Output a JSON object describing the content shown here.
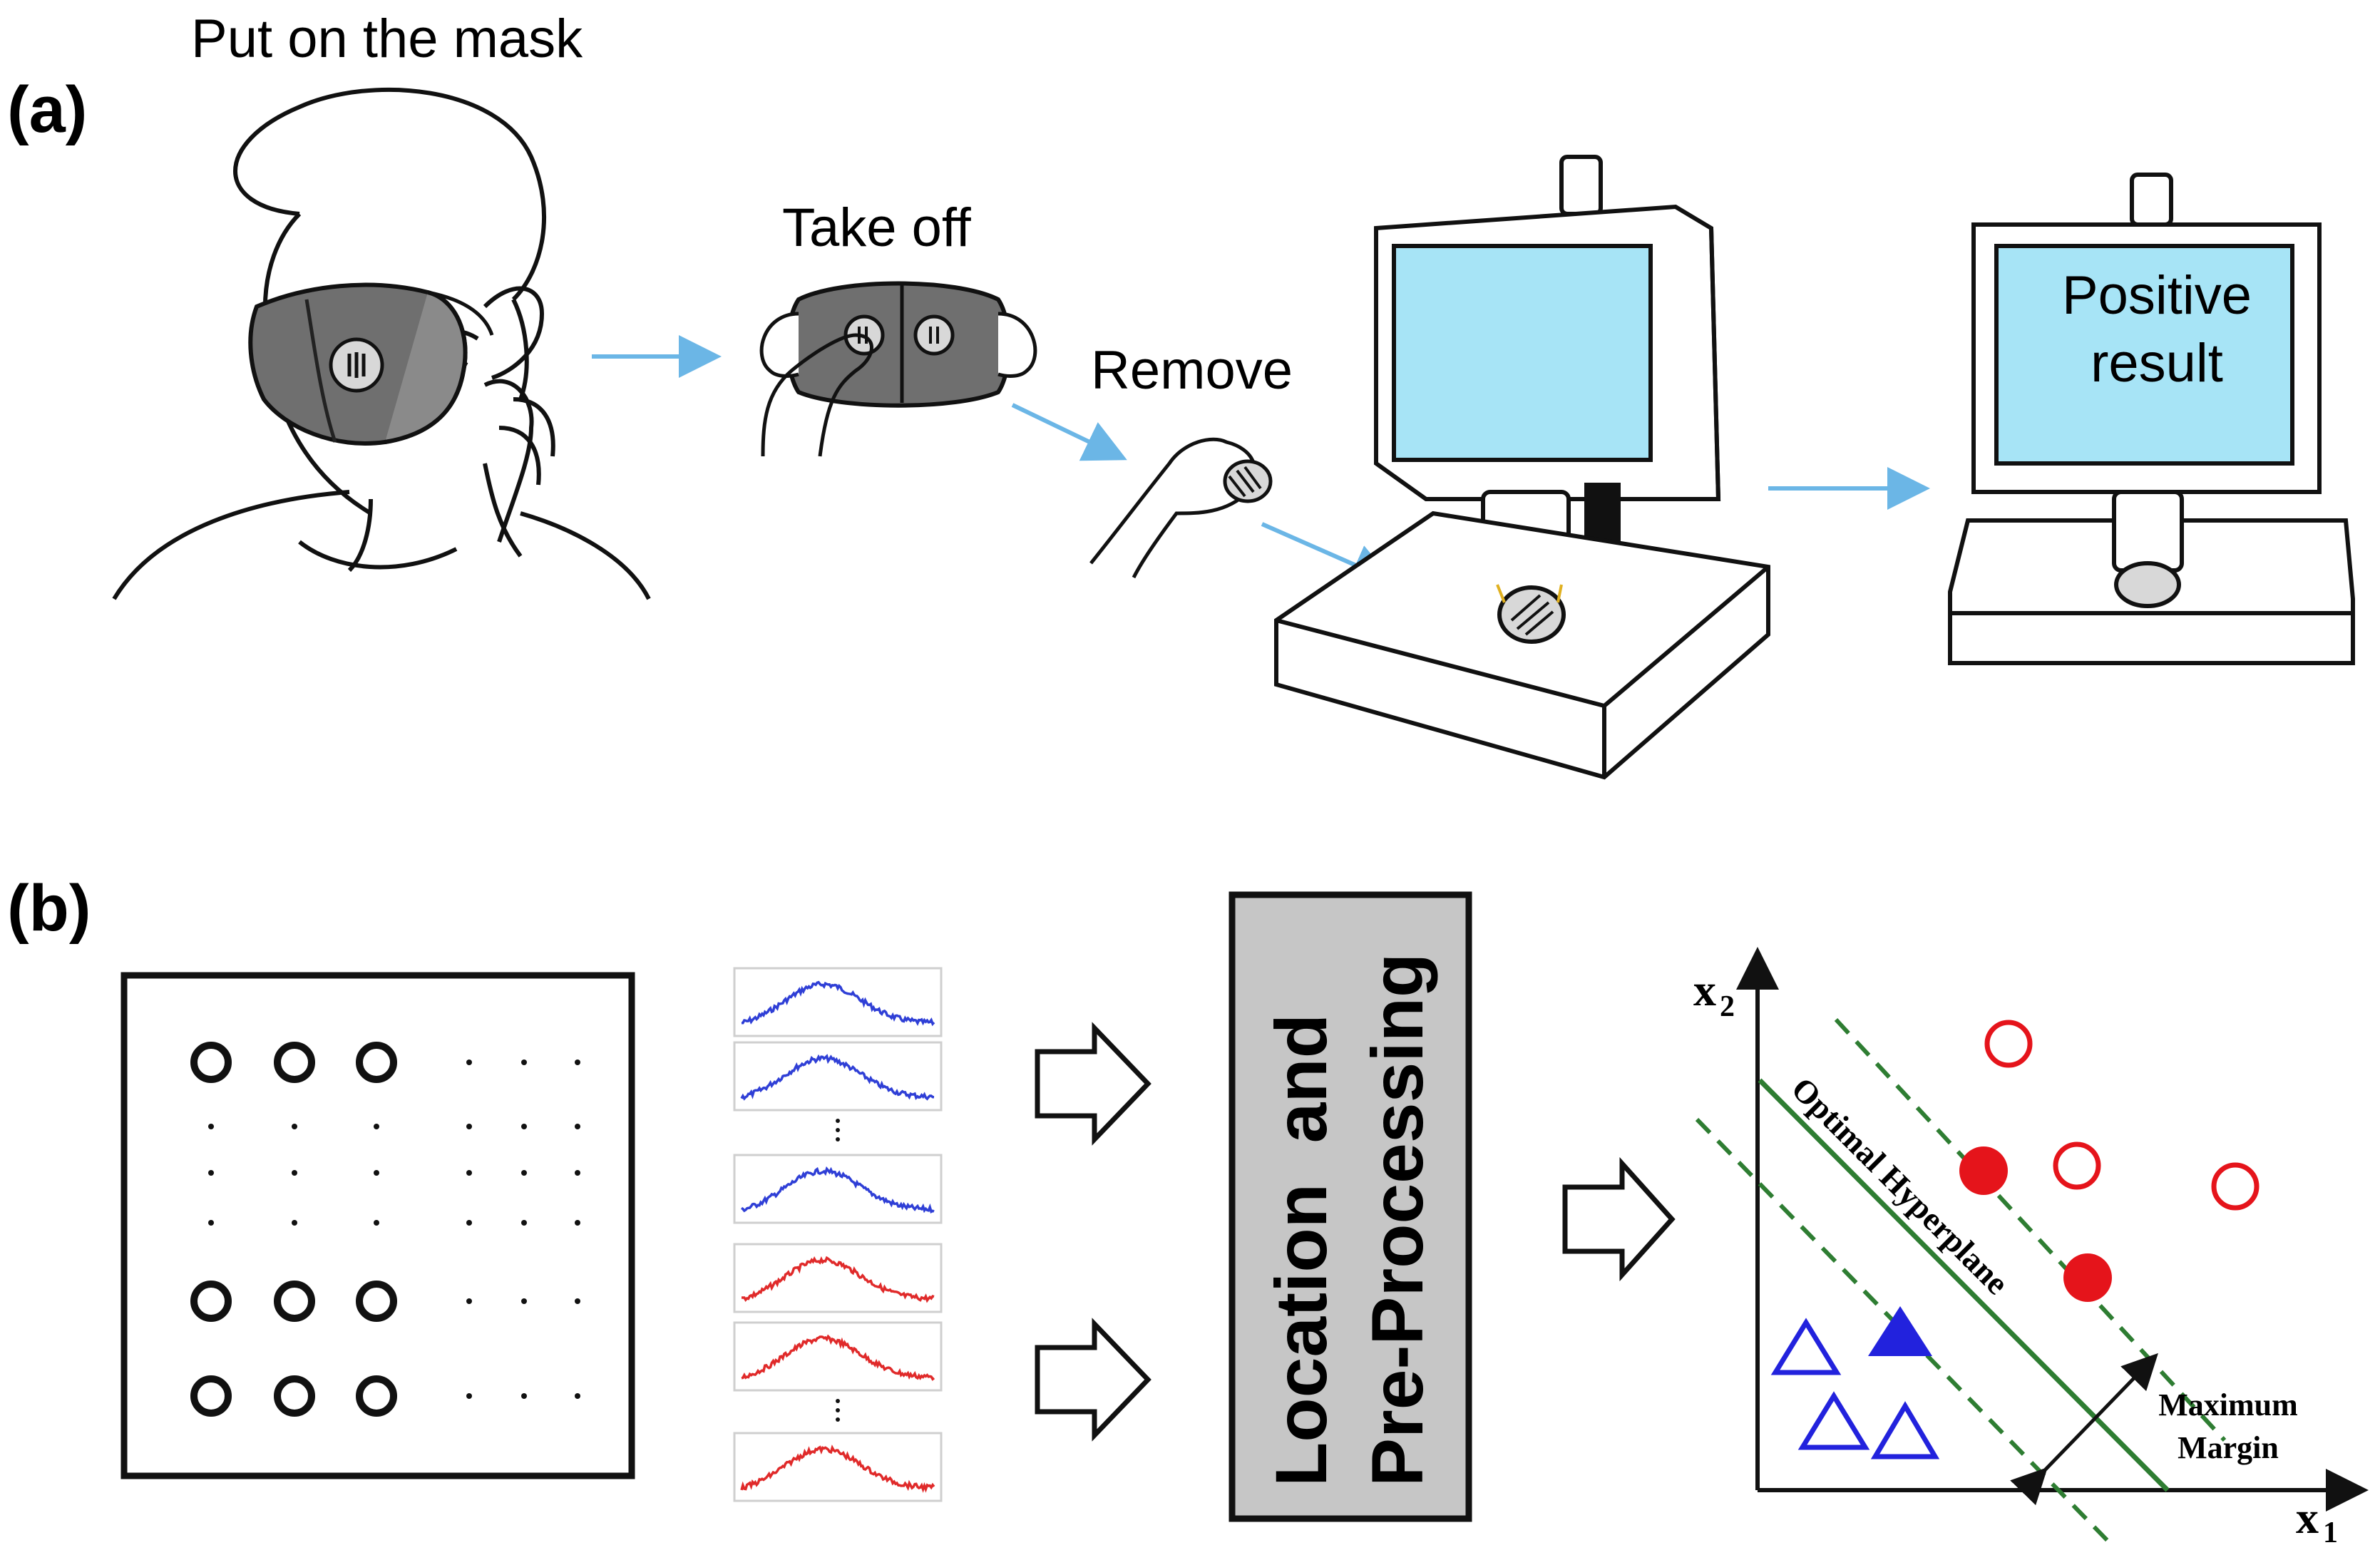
{
  "panel_a": {
    "label": "(a)",
    "steps": {
      "put_on": "Put on the mask",
      "take_off": "Take off",
      "remove": "Remove"
    },
    "result_line1": "Positive",
    "result_line2": "result"
  },
  "panel_b": {
    "label": "(b)",
    "process_line1": "Location  and",
    "process_line2": "Pre-Processing",
    "svm": {
      "x_axis": "x",
      "x_sub": "1",
      "y_axis": "x",
      "y_sub": "2",
      "hyperplane": "Optimal Hyperplane",
      "margin_line1": "Maximum",
      "margin_line2": "Margin"
    }
  },
  "colors": {
    "arrow_blue": "#6bb6e6",
    "screen_blue": "#a7e4f6",
    "mask_gray": "#6f6f6f",
    "signal_blue": "#2f3fd6",
    "signal_red": "#e02a2a",
    "process_box": "#c6c6c6",
    "svm_green": "#2e7d32",
    "svm_red": "#e5141b",
    "svm_blue": "#2222dd"
  }
}
